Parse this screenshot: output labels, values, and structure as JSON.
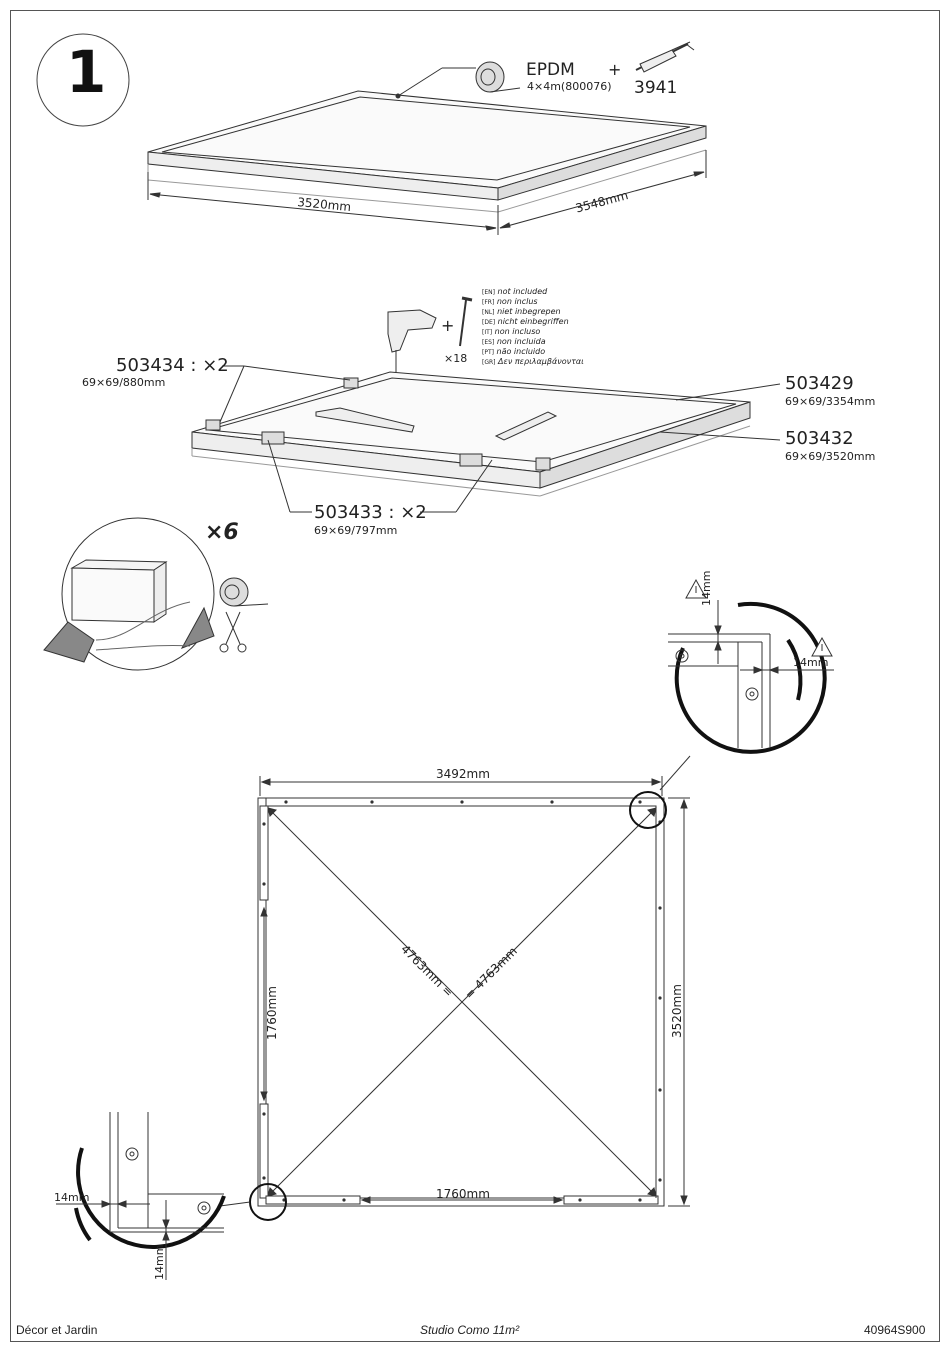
{
  "step": "1",
  "epdm": {
    "name": "EPDM",
    "size": "4×4m(800076)",
    "plus": "+",
    "code": "3941"
  },
  "frame_dims": {
    "width": "3520mm",
    "depth": "3548mm"
  },
  "not_included": {
    "plus": "+",
    "qty": "×18",
    "langs": [
      {
        "code": "[EN]",
        "text": "not included"
      },
      {
        "code": "[FR]",
        "text": "non inclus"
      },
      {
        "code": "[NL]",
        "text": "niet inbegrepen"
      },
      {
        "code": "[DE]",
        "text": "nicht einbegriffen"
      },
      {
        "code": "[IT]",
        "text": "non incluso"
      },
      {
        "code": "[ES]",
        "text": "non incluida"
      },
      {
        "code": "[PT]",
        "text": "não incluido"
      },
      {
        "code": "[GR]",
        "text": "Δεν περιλαμβάνονται"
      }
    ]
  },
  "parts": {
    "p503434": {
      "code": "503434 : ×2",
      "size": "69×69/880mm"
    },
    "p503429": {
      "code": "503429",
      "size": "69×69/3354mm"
    },
    "p503432": {
      "code": "503432",
      "size": "69×69/3520mm"
    },
    "p503433": {
      "code": "503433 : ×2",
      "size": "69×69/797mm"
    }
  },
  "tape_qty": "×6",
  "plan": {
    "top_width": "3492mm",
    "right_height": "3520mm",
    "left_height": "1760mm",
    "bottom_gap": "1760mm",
    "diag1": "4763mm",
    "diag_eq1": "=",
    "diag2": "4763mm",
    "diag_eq2": "="
  },
  "details": {
    "tr_vertical": "14mm",
    "tr_horizontal": "14mm",
    "bl_horizontal": "14mm",
    "bl_vertical": "14mm"
  },
  "footer": {
    "left": "Décor et Jardin",
    "center": "Studio Como 11m²",
    "right": "40964S900"
  }
}
